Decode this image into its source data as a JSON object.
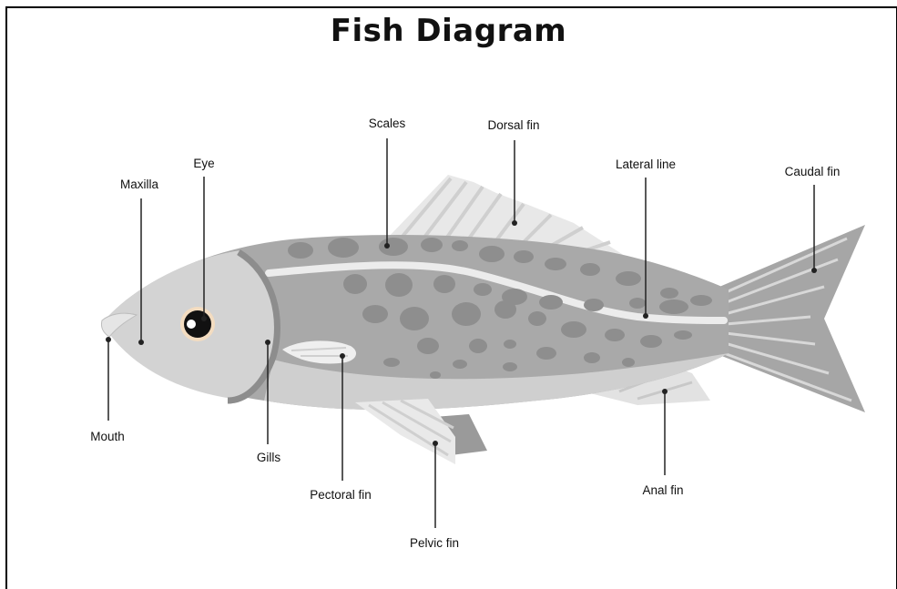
{
  "title": "Fish Diagram",
  "labels": {
    "mouth": "Mouth",
    "maxilla": "Maxilla",
    "eye": "Eye",
    "gills": "Gills",
    "pectoral_fin": "Pectoral fin",
    "pelvic_fin": "Pelvic fin",
    "scales": "Scales",
    "dorsal_fin": "Dorsal fin",
    "lateral_line": "Lateral line",
    "caudal_fin": "Caudal fin",
    "anal_fin": "Anal fin"
  },
  "colors": {
    "body": "#a9a9a9",
    "head": "#d3d3d3",
    "belly": "#cfcfcf",
    "spots": "#8e8e8e",
    "fins_light": "#e6e6e6",
    "fins_dark": "#9a9a9a",
    "eye_ring": "#f3dcc0"
  }
}
